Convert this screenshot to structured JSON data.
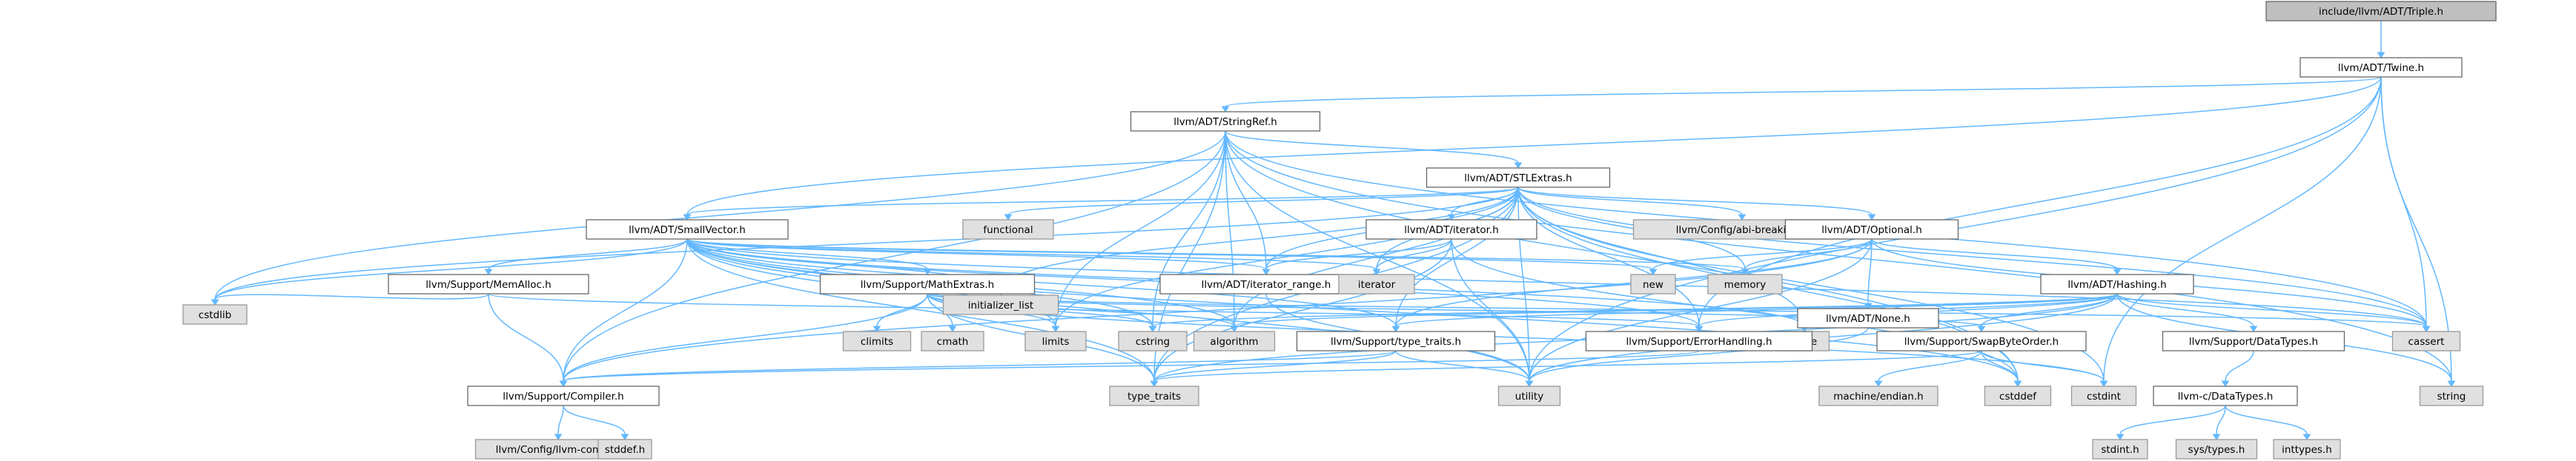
{
  "graph": {
    "title": "include/llvm/ADT/Triple.h",
    "colors": {
      "edge": "#63b8ff",
      "main_fill": "#bfbfbf",
      "system_fill": "#e0e0e0",
      "local_fill": "#ffffff"
    },
    "nodes": [
      {
        "id": "triple",
        "label": "include/llvm/ADT/Triple.h",
        "kind": "main"
      },
      {
        "id": "twine",
        "label": "llvm/ADT/Twine.h",
        "kind": "local"
      },
      {
        "id": "stringref",
        "label": "llvm/ADT/StringRef.h",
        "kind": "local"
      },
      {
        "id": "stlextras",
        "label": "llvm/ADT/STLExtras.h",
        "kind": "local"
      },
      {
        "id": "smallvector",
        "label": "llvm/ADT/SmallVector.h",
        "kind": "local"
      },
      {
        "id": "functional",
        "label": "functional",
        "kind": "system"
      },
      {
        "id": "iterator_h",
        "label": "llvm/ADT/iterator.h",
        "kind": "local"
      },
      {
        "id": "abibreaking",
        "label": "llvm/Config/abi-breaking.h",
        "kind": "system"
      },
      {
        "id": "optional",
        "label": "llvm/ADT/Optional.h",
        "kind": "local"
      },
      {
        "id": "memalloc",
        "label": "llvm/Support/MemAlloc.h",
        "kind": "local"
      },
      {
        "id": "mathextras",
        "label": "llvm/Support/MathExtras.h",
        "kind": "local"
      },
      {
        "id": "initlist",
        "label": "initializer_list",
        "kind": "system"
      },
      {
        "id": "iterrange",
        "label": "llvm/ADT/iterator_range.h",
        "kind": "local"
      },
      {
        "id": "iterator",
        "label": "iterator",
        "kind": "system"
      },
      {
        "id": "new",
        "label": "new",
        "kind": "system"
      },
      {
        "id": "memory",
        "label": "memory",
        "kind": "system"
      },
      {
        "id": "hashing",
        "label": "llvm/ADT/Hashing.h",
        "kind": "local"
      },
      {
        "id": "none",
        "label": "llvm/ADT/None.h",
        "kind": "local"
      },
      {
        "id": "cstdlib",
        "label": "cstdlib",
        "kind": "system"
      },
      {
        "id": "climits",
        "label": "climits",
        "kind": "system"
      },
      {
        "id": "cmath",
        "label": "cmath",
        "kind": "system"
      },
      {
        "id": "limits",
        "label": "limits",
        "kind": "system"
      },
      {
        "id": "cstring",
        "label": "cstring",
        "kind": "system"
      },
      {
        "id": "algorithm",
        "label": "algorithm",
        "kind": "system"
      },
      {
        "id": "typetraits_h",
        "label": "llvm/Support/type_traits.h",
        "kind": "local"
      },
      {
        "id": "tuple",
        "label": "tuple",
        "kind": "system"
      },
      {
        "id": "errorhandling",
        "label": "llvm/Support/ErrorHandling.h",
        "kind": "local"
      },
      {
        "id": "swapbyteorder",
        "label": "llvm/Support/SwapByteOrder.h",
        "kind": "local"
      },
      {
        "id": "datatypes",
        "label": "llvm/Support/DataTypes.h",
        "kind": "local"
      },
      {
        "id": "cassert",
        "label": "cassert",
        "kind": "system"
      },
      {
        "id": "compiler",
        "label": "llvm/Support/Compiler.h",
        "kind": "local"
      },
      {
        "id": "type_traits",
        "label": "type_traits",
        "kind": "system"
      },
      {
        "id": "utility",
        "label": "utility",
        "kind": "system"
      },
      {
        "id": "machineendian",
        "label": "machine/endian.h",
        "kind": "system"
      },
      {
        "id": "cstddef",
        "label": "cstddef",
        "kind": "system"
      },
      {
        "id": "cstdint",
        "label": "cstdint",
        "kind": "system"
      },
      {
        "id": "cdatatypes",
        "label": "llvm-c/DataTypes.h",
        "kind": "local"
      },
      {
        "id": "string",
        "label": "string",
        "kind": "system"
      },
      {
        "id": "llvmconfig",
        "label": "llvm/Config/llvm-config.h",
        "kind": "system"
      },
      {
        "id": "stddef",
        "label": "stddef.h",
        "kind": "system"
      },
      {
        "id": "stdint",
        "label": "stdint.h",
        "kind": "system"
      },
      {
        "id": "systypes",
        "label": "sys/types.h",
        "kind": "system"
      },
      {
        "id": "inttypes",
        "label": "inttypes.h",
        "kind": "system"
      }
    ],
    "edges": [
      [
        "triple",
        "twine"
      ],
      [
        "twine",
        "stringref"
      ],
      [
        "twine",
        "smallvector"
      ],
      [
        "twine",
        "cassert"
      ],
      [
        "twine",
        "cstdint"
      ],
      [
        "twine",
        "string"
      ],
      [
        "twine",
        "utility"
      ],
      [
        "twine",
        "errorhandling"
      ],
      [
        "stringref",
        "stlextras"
      ],
      [
        "stringref",
        "iterrange"
      ],
      [
        "stringref",
        "compiler"
      ],
      [
        "stringref",
        "algorithm"
      ],
      [
        "stringref",
        "cassert"
      ],
      [
        "stringref",
        "cstddef"
      ],
      [
        "stringref",
        "cstring"
      ],
      [
        "stringref",
        "limits"
      ],
      [
        "stringref",
        "string"
      ],
      [
        "stringref",
        "type_traits"
      ],
      [
        "stringref",
        "utility"
      ],
      [
        "stringref",
        "cstdlib"
      ],
      [
        "stlextras",
        "functional"
      ],
      [
        "stlextras",
        "iterator_h"
      ],
      [
        "stlextras",
        "abibreaking"
      ],
      [
        "stlextras",
        "optional"
      ],
      [
        "stlextras",
        "smallvector"
      ],
      [
        "stlextras",
        "iterrange"
      ],
      [
        "stlextras",
        "iterator"
      ],
      [
        "stlextras",
        "memory"
      ],
      [
        "stlextras",
        "initlist"
      ],
      [
        "stlextras",
        "tuple"
      ],
      [
        "stlextras",
        "type_traits"
      ],
      [
        "stlextras",
        "utility"
      ],
      [
        "stlextras",
        "cassert"
      ],
      [
        "stlextras",
        "cstddef"
      ],
      [
        "stlextras",
        "cstdint"
      ],
      [
        "stlextras",
        "cstdlib"
      ],
      [
        "stlextras",
        "limits"
      ],
      [
        "stlextras",
        "algorithm"
      ],
      [
        "stlextras",
        "typetraits_h"
      ],
      [
        "stlextras",
        "errorhandling"
      ],
      [
        "smallvector",
        "memalloc"
      ],
      [
        "smallvector",
        "mathextras"
      ],
      [
        "smallvector",
        "initlist"
      ],
      [
        "smallvector",
        "iterrange"
      ],
      [
        "smallvector",
        "iterator"
      ],
      [
        "smallvector",
        "new"
      ],
      [
        "smallvector",
        "memory"
      ],
      [
        "smallvector",
        "cstdlib"
      ],
      [
        "smallvector",
        "limits"
      ],
      [
        "smallvector",
        "cstring"
      ],
      [
        "smallvector",
        "algorithm"
      ],
      [
        "smallvector",
        "typetraits_h"
      ],
      [
        "smallvector",
        "tuple"
      ],
      [
        "smallvector",
        "errorhandling"
      ],
      [
        "smallvector",
        "compiler"
      ],
      [
        "smallvector",
        "type_traits"
      ],
      [
        "smallvector",
        "utility"
      ],
      [
        "smallvector",
        "cassert"
      ],
      [
        "smallvector",
        "cstddef"
      ],
      [
        "iterator_h",
        "iterrange"
      ],
      [
        "iterator_h",
        "iterator"
      ],
      [
        "iterator_h",
        "cstddef"
      ],
      [
        "iterator_h",
        "type_traits"
      ],
      [
        "iterator_h",
        "utility"
      ],
      [
        "optional",
        "none"
      ],
      [
        "optional",
        "hashing"
      ],
      [
        "optional",
        "new"
      ],
      [
        "optional",
        "memory"
      ],
      [
        "optional",
        "cassert"
      ],
      [
        "optional",
        "utility"
      ],
      [
        "optional",
        "typetraits_h"
      ],
      [
        "optional",
        "compiler"
      ],
      [
        "memalloc",
        "cstdlib"
      ],
      [
        "memalloc",
        "compiler"
      ],
      [
        "memalloc",
        "errorhandling"
      ],
      [
        "mathextras",
        "climits"
      ],
      [
        "mathextras",
        "cmath"
      ],
      [
        "mathextras",
        "limits"
      ],
      [
        "mathextras",
        "cstring"
      ],
      [
        "mathextras",
        "algorithm"
      ],
      [
        "mathextras",
        "compiler"
      ],
      [
        "mathextras",
        "type_traits"
      ],
      [
        "mathextras",
        "cassert"
      ],
      [
        "mathextras",
        "cstdint"
      ],
      [
        "mathextras",
        "swapbyteorder"
      ],
      [
        "iterrange",
        "utility"
      ],
      [
        "hashing",
        "errorhandling"
      ],
      [
        "hashing",
        "swapbyteorder"
      ],
      [
        "hashing",
        "datatypes"
      ],
      [
        "hashing",
        "typetraits_h"
      ],
      [
        "hashing",
        "algorithm"
      ],
      [
        "hashing",
        "cassert"
      ],
      [
        "hashing",
        "cstring"
      ],
      [
        "hashing",
        "string"
      ],
      [
        "hashing",
        "tuple"
      ],
      [
        "hashing",
        "utility"
      ],
      [
        "hashing",
        "type_traits"
      ],
      [
        "none",
        "utility"
      ],
      [
        "typetraits_h",
        "compiler"
      ],
      [
        "typetraits_h",
        "type_traits"
      ],
      [
        "typetraits_h",
        "utility"
      ],
      [
        "errorhandling",
        "compiler"
      ],
      [
        "swapbyteorder",
        "cstddef"
      ],
      [
        "swapbyteorder",
        "cstdint"
      ],
      [
        "swapbyteorder",
        "type_traits"
      ],
      [
        "swapbyteorder",
        "machineendian"
      ],
      [
        "datatypes",
        "cdatatypes"
      ],
      [
        "compiler",
        "llvmconfig"
      ],
      [
        "compiler",
        "stddef"
      ],
      [
        "cdatatypes",
        "stdint"
      ],
      [
        "cdatatypes",
        "systypes"
      ],
      [
        "cdatatypes",
        "inttypes"
      ]
    ]
  }
}
